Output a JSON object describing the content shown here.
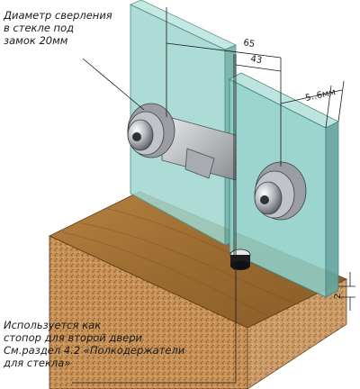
{
  "annotations": {
    "drill_note": "Диаметр сверления\nв стекле под\nзамок 20мм",
    "stopper_note": "Используется как\nстопор для второй двери\nСм.раздел 4.2 «Полкодержатели\nдля стекла»"
  },
  "dimensions": {
    "d65": "65",
    "d43": "43",
    "thickness": "5..6мм",
    "gap": "2"
  },
  "colors": {
    "glass": "#8fcfc8",
    "wood": "#a8743a",
    "chipboard": "#c8955a"
  }
}
